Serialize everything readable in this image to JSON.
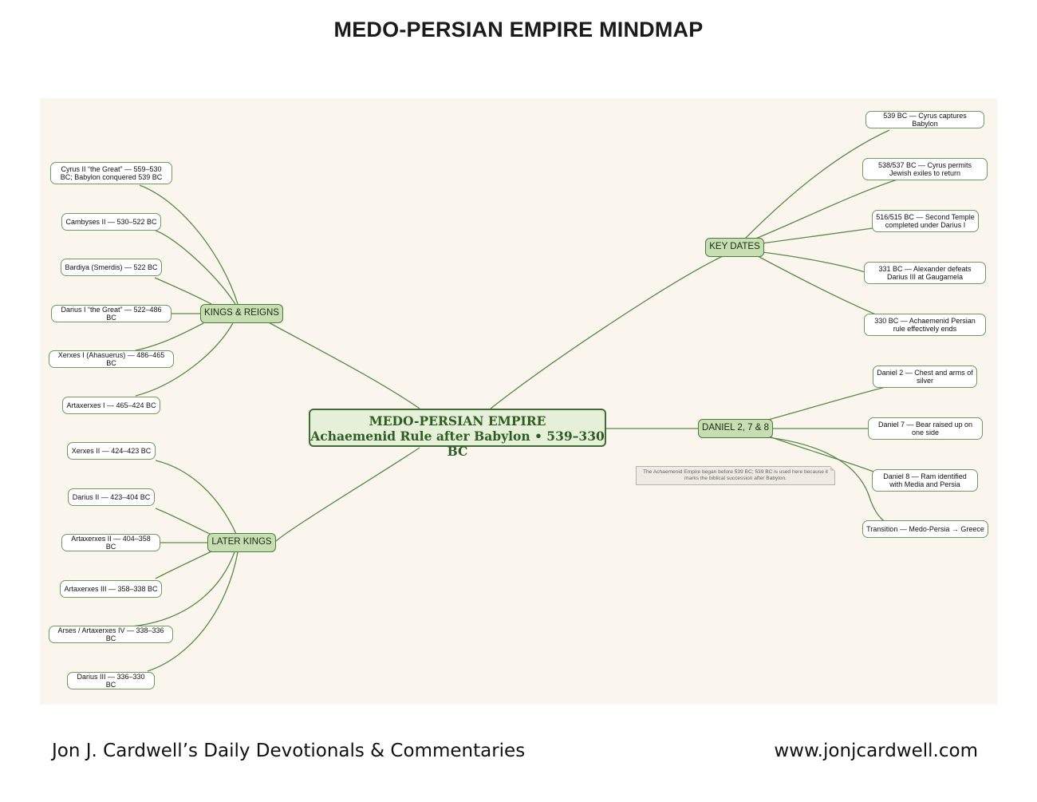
{
  "page": {
    "title": "MEDO-PERSIAN EMPIRE MINDMAP",
    "footer_left": "Jon J. Cardwell’s Daily Devotionals & Commentaries",
    "footer_right": "www.jonjcardwell.com"
  },
  "root": {
    "line1": "MEDO-PERSIAN EMPIRE",
    "line2": "Achaemenid Rule after Babylon • 539–330 BC"
  },
  "kings_reigns": {
    "label": "KINGS & REIGNS",
    "items": [
      "Cyrus II “the Great” — 559–530 BC; Babylon conquered 539 BC",
      "Cambyses II — 530–522 BC",
      "Bardiya (Smerdis) — 522 BC",
      "Darius I “the Great” — 522–486 BC",
      "Xerxes I (Ahasuerus) — 486–465 BC",
      "Artaxerxes I — 465–424 BC"
    ]
  },
  "later_kings": {
    "label": "LATER KINGS",
    "items": [
      "Xerxes II — 424–423 BC",
      "Darius II — 423–404 BC",
      "Artaxerxes II — 404–358 BC",
      "Artaxerxes III — 358–338 BC",
      "Arses / Artaxerxes IV — 338–336 BC",
      "Darius III — 336–330 BC"
    ]
  },
  "key_dates": {
    "label": "KEY DATES",
    "items": [
      "539 BC — Cyrus captures Babylon",
      "538/537 BC — Cyrus permits Jewish exiles to return",
      "516/515 BC — Second Temple completed under Darius I",
      "331 BC — Alexander defeats Darius III at Gaugamela",
      "330 BC — Achaemenid Persian rule effectively ends"
    ]
  },
  "daniel": {
    "label": "DANIEL 2, 7 & 8",
    "items": [
      "Daniel 2 — Chest and arms of silver",
      "Daniel 7 — Bear raised up on one side",
      "Daniel 8 — Ram identified with Media and Persia",
      "Transition — Medo-Persia → Greece"
    ],
    "note": "The Achaemenid Empire began before 539 BC; 539 BC is used here because it marks the biblical succession after Babylon."
  },
  "colors": {
    "canvas": "#faf6ee",
    "link": "#5a8a4a",
    "branch_fill": "#c7deb2",
    "root_fill": "#e6f0d9",
    "root_text": "#2e5d24"
  }
}
